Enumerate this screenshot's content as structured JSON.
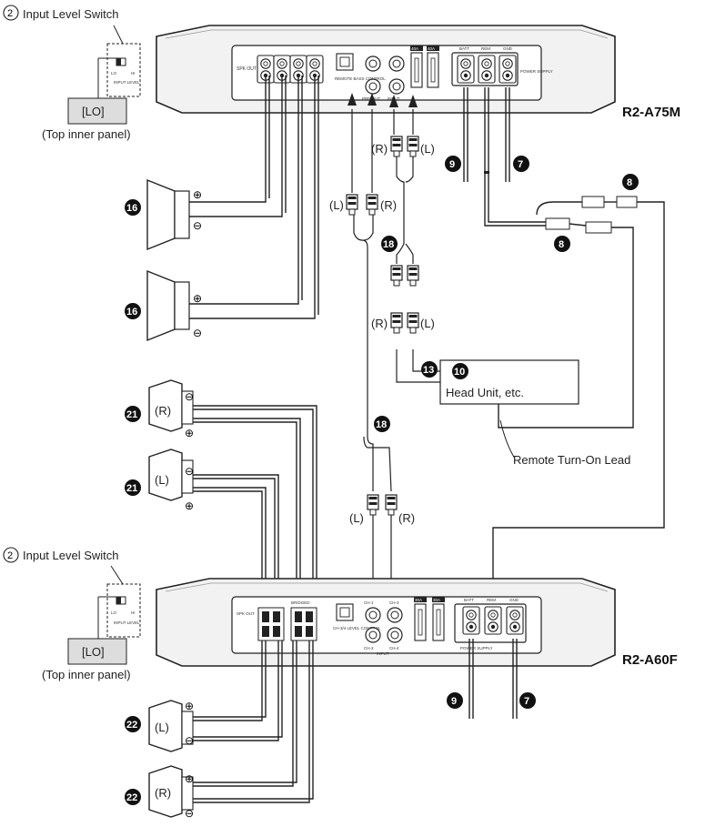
{
  "switch_top": {
    "number": "2",
    "label": "Input Level Switch",
    "lo": "LO",
    "hi": "HI",
    "input_level": "INPUT LEVEL",
    "panel_label": "[LO]",
    "panel_caption": "(Top inner panel)"
  },
  "switch_bottom": {
    "number": "2",
    "label": "Input Level Switch",
    "lo": "LO",
    "hi": "HI",
    "input_level": "INPUT LEVEL",
    "panel_label": "[LO]",
    "panel_caption": "(Top inner panel)"
  },
  "amp_top": {
    "model": "R2-A75M",
    "spk_out": "SPK OUT",
    "remote_bass": "REMOTE BASS CONTROL",
    "preout": "PRE OUT",
    "input": "INPUT",
    "fuse1": "40A",
    "fuse2": "40A",
    "batt": "BATT",
    "rem": "REM",
    "gnd": "GND",
    "power_supply": "POWER SUPPLY"
  },
  "amp_bottom": {
    "model": "R2-A60F",
    "spk_out": "SPK OUT",
    "bridged": "BRIDGED",
    "ch34_level": "CH-3/4 LEVEL CONTROL",
    "ch1": "CH-1",
    "ch2": "CH-2",
    "ch3": "CH-3",
    "ch4": "CH-4",
    "input": "INPUT",
    "fuse1": "30A",
    "fuse2": "30A",
    "batt": "BATT",
    "rem": "REM",
    "gnd": "GND",
    "power_supply": "POWER SUPPLY"
  },
  "rca_labels": {
    "upper_left_L": "(L)",
    "upper_left_R": "(R)",
    "input_R": "(R)",
    "input_L": "(L)",
    "head_R": "(R)",
    "head_L": "(L)",
    "lower_L": "(L)",
    "lower_R": "(R)"
  },
  "speaker_signs": {
    "plus": "⊕",
    "minus": "⊖"
  },
  "speaker_labels": {
    "sp21_a": "(R)",
    "sp21_b": "(L)",
    "sp22_a": "(L)",
    "sp22_b": "(R)"
  },
  "badges": {
    "b16a": "16",
    "b16b": "16",
    "b21a": "21",
    "b21b": "21",
    "b22a": "22",
    "b22b": "22",
    "b18a": "18",
    "b18b": "18",
    "b13": "13",
    "b10": "10",
    "b9a": "9",
    "b7a": "7",
    "b9b": "9",
    "b7b": "7",
    "b8a": "8",
    "b8b": "8"
  },
  "head_unit": "Head Unit, etc.",
  "remote_lead": "Remote Turn-On Lead"
}
